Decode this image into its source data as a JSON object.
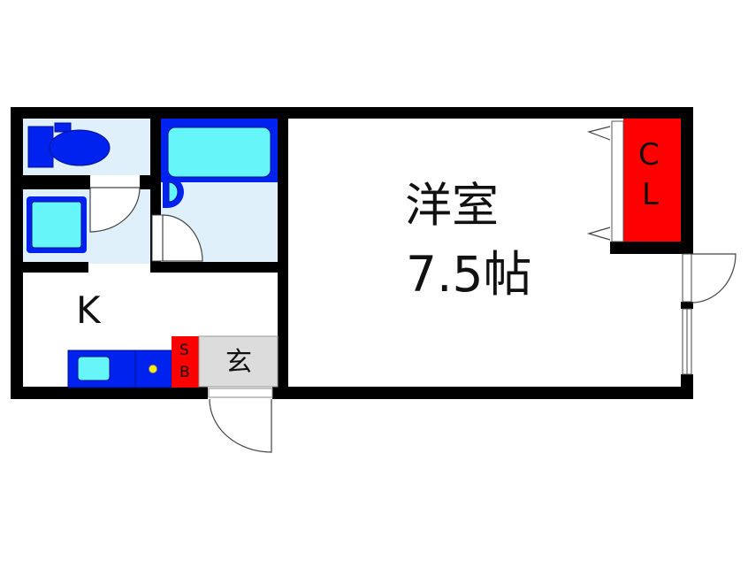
{
  "floorplan": {
    "layout_type": "1K",
    "colors": {
      "wall": "#000000",
      "wet_area_floor": "#dff0fb",
      "fixture_dark": "#0022ee",
      "fixture_light": "#66f5f8",
      "closet": "#ff0000",
      "shoe_box": "#ff0000",
      "entrance_floor": "#dcdcdc",
      "stove_burner": "#ffee00",
      "background": "#ffffff"
    },
    "rooms": {
      "western_room": {
        "name": "洋室",
        "size": "7.5帖"
      },
      "kitchen": {
        "label": "K"
      },
      "closet": {
        "label_line1": "C",
        "label_line2": "L"
      },
      "shoe_box": {
        "label_line1": "S",
        "label_line2": "B"
      },
      "entrance": {
        "label": "玄"
      },
      "toilet": {
        "fixture": "toilet-icon"
      },
      "washroom": {
        "fixture": "washing-machine-pan-icon"
      },
      "bathroom": {
        "fixture": "bathtub-icon"
      }
    }
  }
}
